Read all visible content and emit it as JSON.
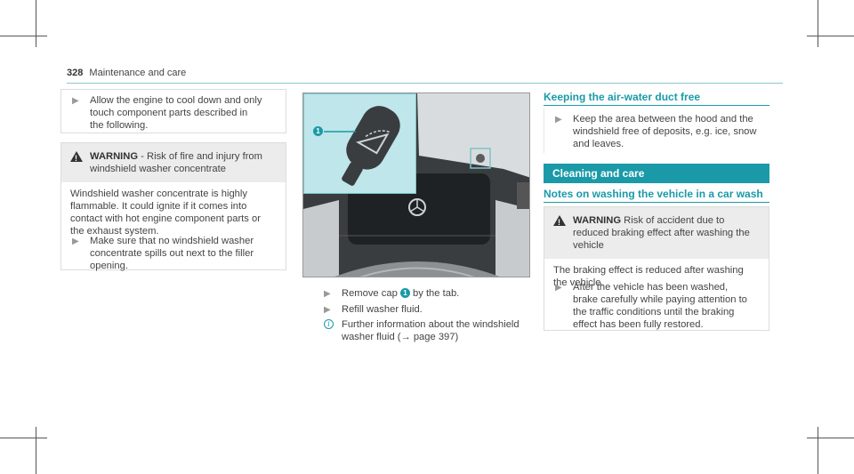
{
  "header": {
    "page_number": "328",
    "section": "Maintenance and care"
  },
  "left": {
    "step1": [
      "Allow the engine to cool down and only",
      "touch component parts described in",
      "the following."
    ],
    "warning_title": "WARNING",
    "warning_title_rest": " - Risk of fire and injury from",
    "warning_title_line2": "windshield washer concentrate",
    "warning_body": [
      "Windshield washer concentrate is highly",
      "flammable. It could ignite if it comes into",
      "contact with hot engine component parts or",
      "the exhaust system."
    ],
    "step2": [
      "Make sure that no windshield washer",
      "concentrate spills out next to the filler",
      "opening."
    ]
  },
  "middle": {
    "callout_number": "1",
    "step_remove_a": "Remove cap ",
    "step_remove_b": " by the tab.",
    "step_refill": "Refill washer fluid.",
    "info": [
      "Further information about the windshield",
      "washer fluid (→ page 397)"
    ]
  },
  "right": {
    "heading1": "Keeping the air-water duct free",
    "step_keep": [
      "Keep the area between the hood and the",
      "windshield free of deposits, e.g. ice, snow",
      "and leaves."
    ],
    "band": "Cleaning and care",
    "heading2": "Notes on washing the vehicle in a car wash",
    "warning_title": "WARNING",
    "warning_title_rest": " Risk of accident due to",
    "warning_title_lines": [
      "reduced braking effect after washing the",
      "vehicle"
    ],
    "warning_body": [
      "The braking effect is reduced after washing",
      "the vehicle."
    ],
    "step_after": [
      "After the vehicle has been washed,",
      "brake carefully while paying attention to",
      "the traffic conditions until the braking",
      "effect has been fully restored."
    ]
  }
}
